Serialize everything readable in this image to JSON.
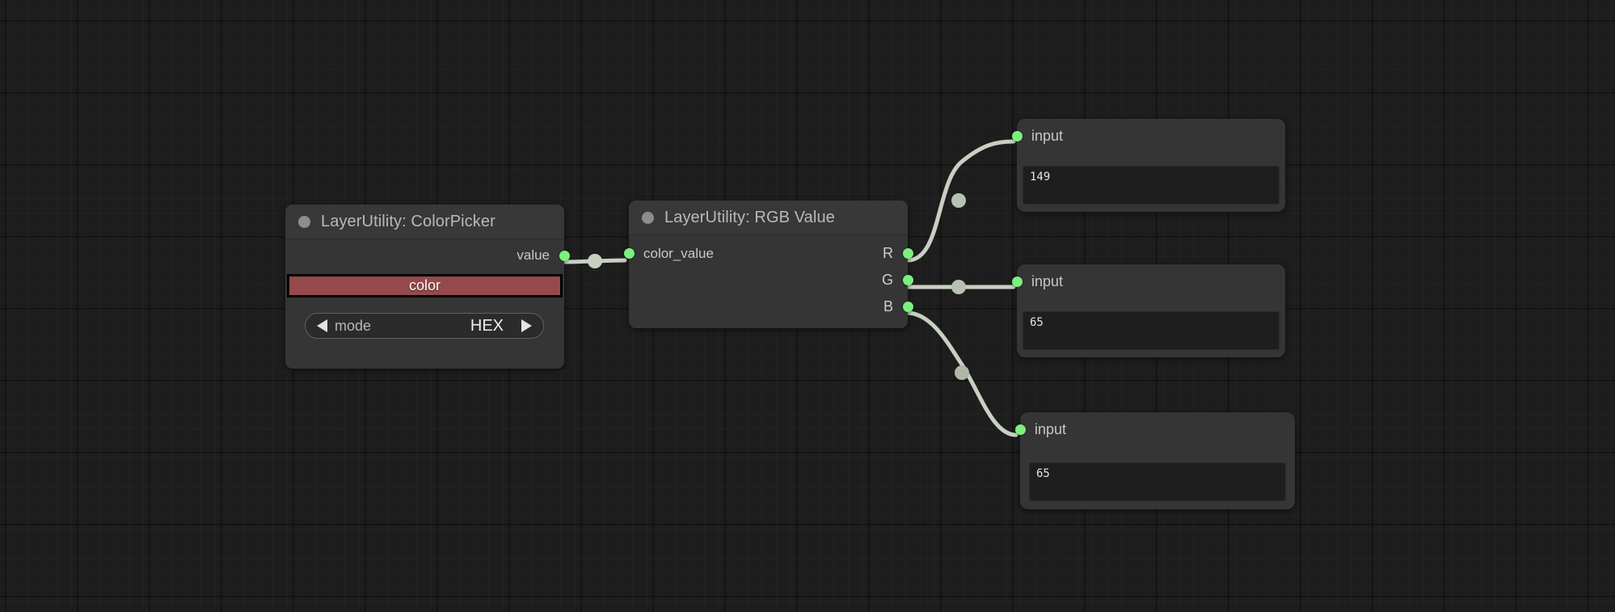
{
  "editor": {
    "background_color": "#1d1d1d",
    "grid_color": "#262626",
    "link_color": "#c7d0c2",
    "slot_color": "#7bf07b"
  },
  "nodes": [
    {
      "id": "colorpicker",
      "title": "LayerUtility: ColorPicker",
      "header_dot": "node-collapse-dot",
      "outputs": [
        {
          "label": "value"
        }
      ],
      "widgets": [
        {
          "type": "color",
          "label": "color",
          "value": "#95494a"
        },
        {
          "type": "combo",
          "label": "mode",
          "value": "HEX",
          "prev_icon": "triangle-left-icon",
          "next_icon": "triangle-right-icon"
        }
      ]
    },
    {
      "id": "rgb_value",
      "title": "LayerUtility: RGB Value",
      "header_dot": "node-collapse-dot",
      "inputs": [
        {
          "label": "color_value"
        }
      ],
      "outputs": [
        {
          "label": "R"
        },
        {
          "label": "G"
        },
        {
          "label": "B"
        }
      ]
    },
    {
      "id": "input_r",
      "slot_label": "input",
      "value": "149"
    },
    {
      "id": "input_g",
      "slot_label": "input",
      "value": "65"
    },
    {
      "id": "input_b",
      "slot_label": "input",
      "value": "65"
    }
  ],
  "links": [
    {
      "from": "colorpicker.value",
      "to": "rgb_value.color_value",
      "midpoint_dot": true
    },
    {
      "from": "rgb_value.R",
      "to": "input_r.input",
      "midpoint_dot": true
    },
    {
      "from": "rgb_value.G",
      "to": "input_g.input",
      "midpoint_dot": true
    },
    {
      "from": "rgb_value.B",
      "to": "input_b.input",
      "midpoint_dot": true
    }
  ]
}
